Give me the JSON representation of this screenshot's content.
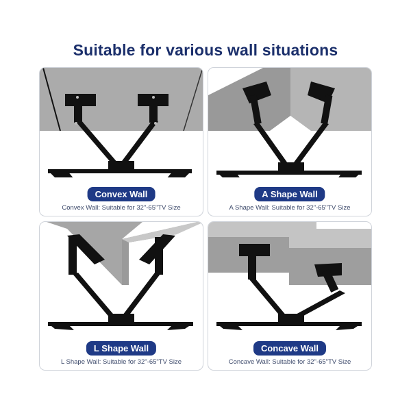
{
  "header": {
    "title": "Suitable for various wall situations"
  },
  "colors": {
    "title": "#1b2f6b",
    "badge_bg": "#1f3a86",
    "badge_text": "#ffffff",
    "wall_gray": "#a8a8a8",
    "mount_black": "#111111"
  },
  "cards": [
    {
      "label": "Convex Wall",
      "description": "Convex Wall: Suitable for 32\"-65\"TV Size"
    },
    {
      "label": "A Shape Wall",
      "description": "A Shape Wall: Suitable for 32\"-65\"TV Size"
    },
    {
      "label": "L Shape Wall",
      "description": "L Shape Wall: Suitable for 32\"-65\"TV Size"
    },
    {
      "label": "Concave Wall",
      "description": "Concave Wall: Suitable for 32\"-65\"TV Size"
    }
  ]
}
